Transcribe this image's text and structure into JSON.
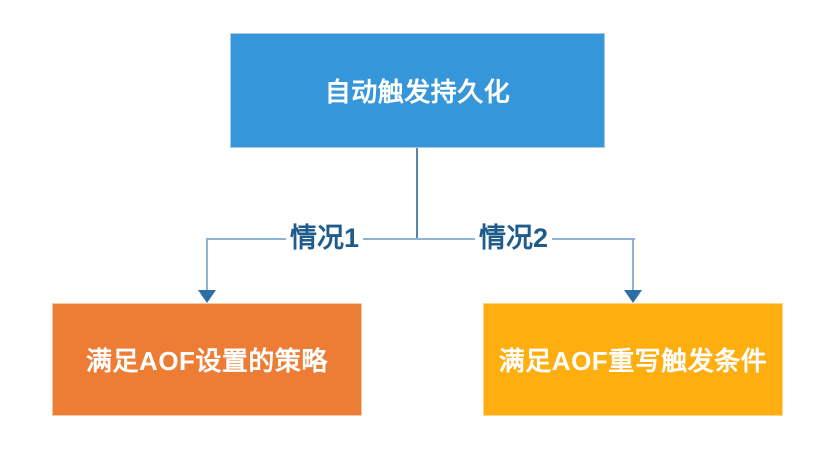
{
  "diagram": {
    "root_node": {
      "label": "自动触发持久化",
      "fill": "#3596d9",
      "border_color": "#a6cbe9"
    },
    "branches": [
      {
        "edge_label": "情况1",
        "node": {
          "label": "满足AOF设置的策略",
          "fill": "#ed7d35",
          "border_color": "#f4c9a4"
        }
      },
      {
        "edge_label": "情况2",
        "node": {
          "label": "满足AOF重写触发条件",
          "fill": "#ffae0f",
          "border_color": "#ffd687"
        }
      }
    ],
    "colors": {
      "stem_line": "#5585ad",
      "branch_line": "#8fb4d3",
      "arrowhead": "#2e6ea6",
      "edge_label_text": "#1f5c8b",
      "node_text": "#ffffff"
    }
  }
}
